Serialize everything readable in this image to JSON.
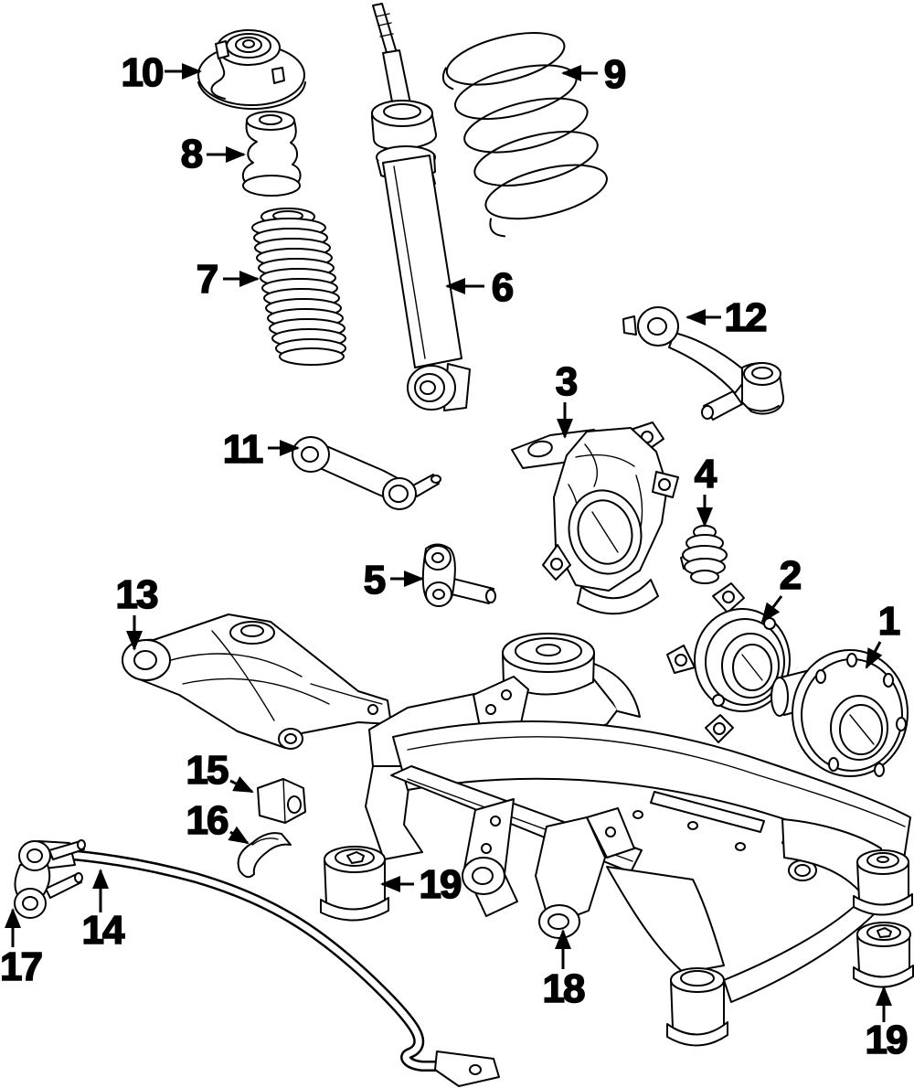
{
  "diagram": {
    "kind": "exploded-parts-line-diagram",
    "background_color": "#ffffff",
    "line_color": "#000000",
    "callouts": [
      {
        "number": "10"
      },
      {
        "number": "8"
      },
      {
        "number": "7"
      },
      {
        "number": "9"
      },
      {
        "number": "6"
      },
      {
        "number": "12"
      },
      {
        "number": "3"
      },
      {
        "number": "4"
      },
      {
        "number": "11"
      },
      {
        "number": "5"
      },
      {
        "number": "13"
      },
      {
        "number": "2"
      },
      {
        "number": "1"
      },
      {
        "number": "15"
      },
      {
        "number": "16"
      },
      {
        "number": "14"
      },
      {
        "number": "17"
      },
      {
        "number": "19"
      },
      {
        "number": "18"
      },
      {
        "number": "19"
      }
    ]
  }
}
